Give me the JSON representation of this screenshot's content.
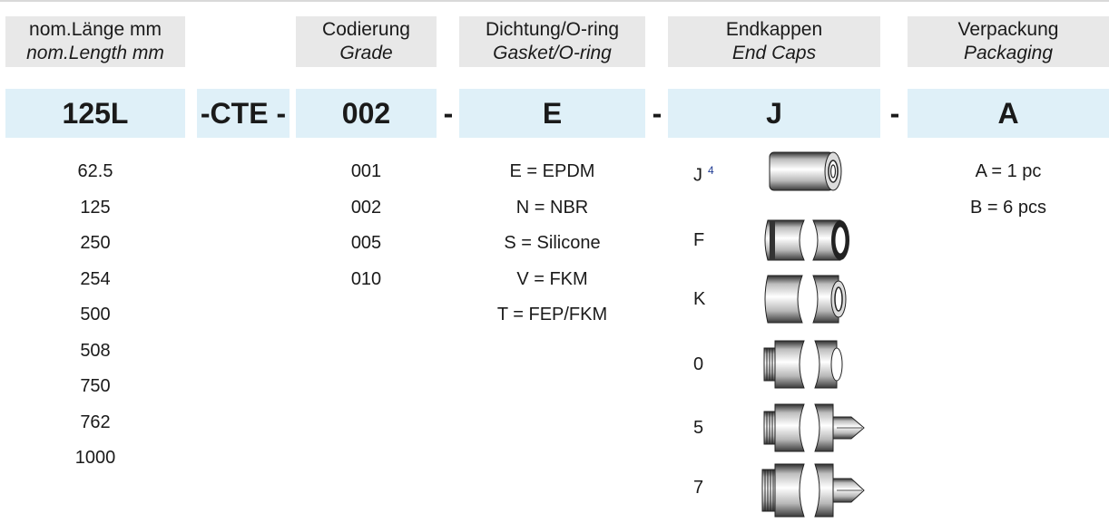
{
  "headers": {
    "length": {
      "de": "nom.Länge mm",
      "en": "nom.Length mm"
    },
    "grade": {
      "de": "Codierung",
      "en": "Grade"
    },
    "gasket": {
      "de": "Dichtung/O-ring",
      "en": "Gasket/O-ring"
    },
    "endcaps": {
      "de": "Endkappen",
      "en": "End Caps"
    },
    "packaging": {
      "de": "Verpackung",
      "en": "Packaging"
    }
  },
  "code": {
    "length": "125L",
    "type": "-CTE -",
    "grade": "002",
    "gasket": "E",
    "endcaps": "J",
    "packaging": "A",
    "dash": "-"
  },
  "lengths": [
    "62.5",
    "125",
    "250",
    "254",
    "500",
    "508",
    "750",
    "762",
    "1000"
  ],
  "grades": [
    "001",
    "002",
    "005",
    "010"
  ],
  "gaskets": [
    "E = EPDM",
    "N = NBR",
    "S = Silicone",
    "V = FKM",
    "T = FEP/FKM"
  ],
  "endcaps": [
    {
      "code": "J",
      "note": "4",
      "icon": "single-endcap-icon"
    },
    {
      "code": "F",
      "icon": "flat-endcap-pair-icon"
    },
    {
      "code": "K",
      "icon": "flat-endcap-pair-icon"
    },
    {
      "code": "0",
      "icon": "threaded-endcap-pair-icon"
    },
    {
      "code": "5",
      "icon": "threaded-endcap-fin-icon"
    },
    {
      "code": "7",
      "icon": "threaded-endcap-fin-icon"
    }
  ],
  "packaging": [
    "A = 1 pc",
    "B = 6 pcs"
  ]
}
